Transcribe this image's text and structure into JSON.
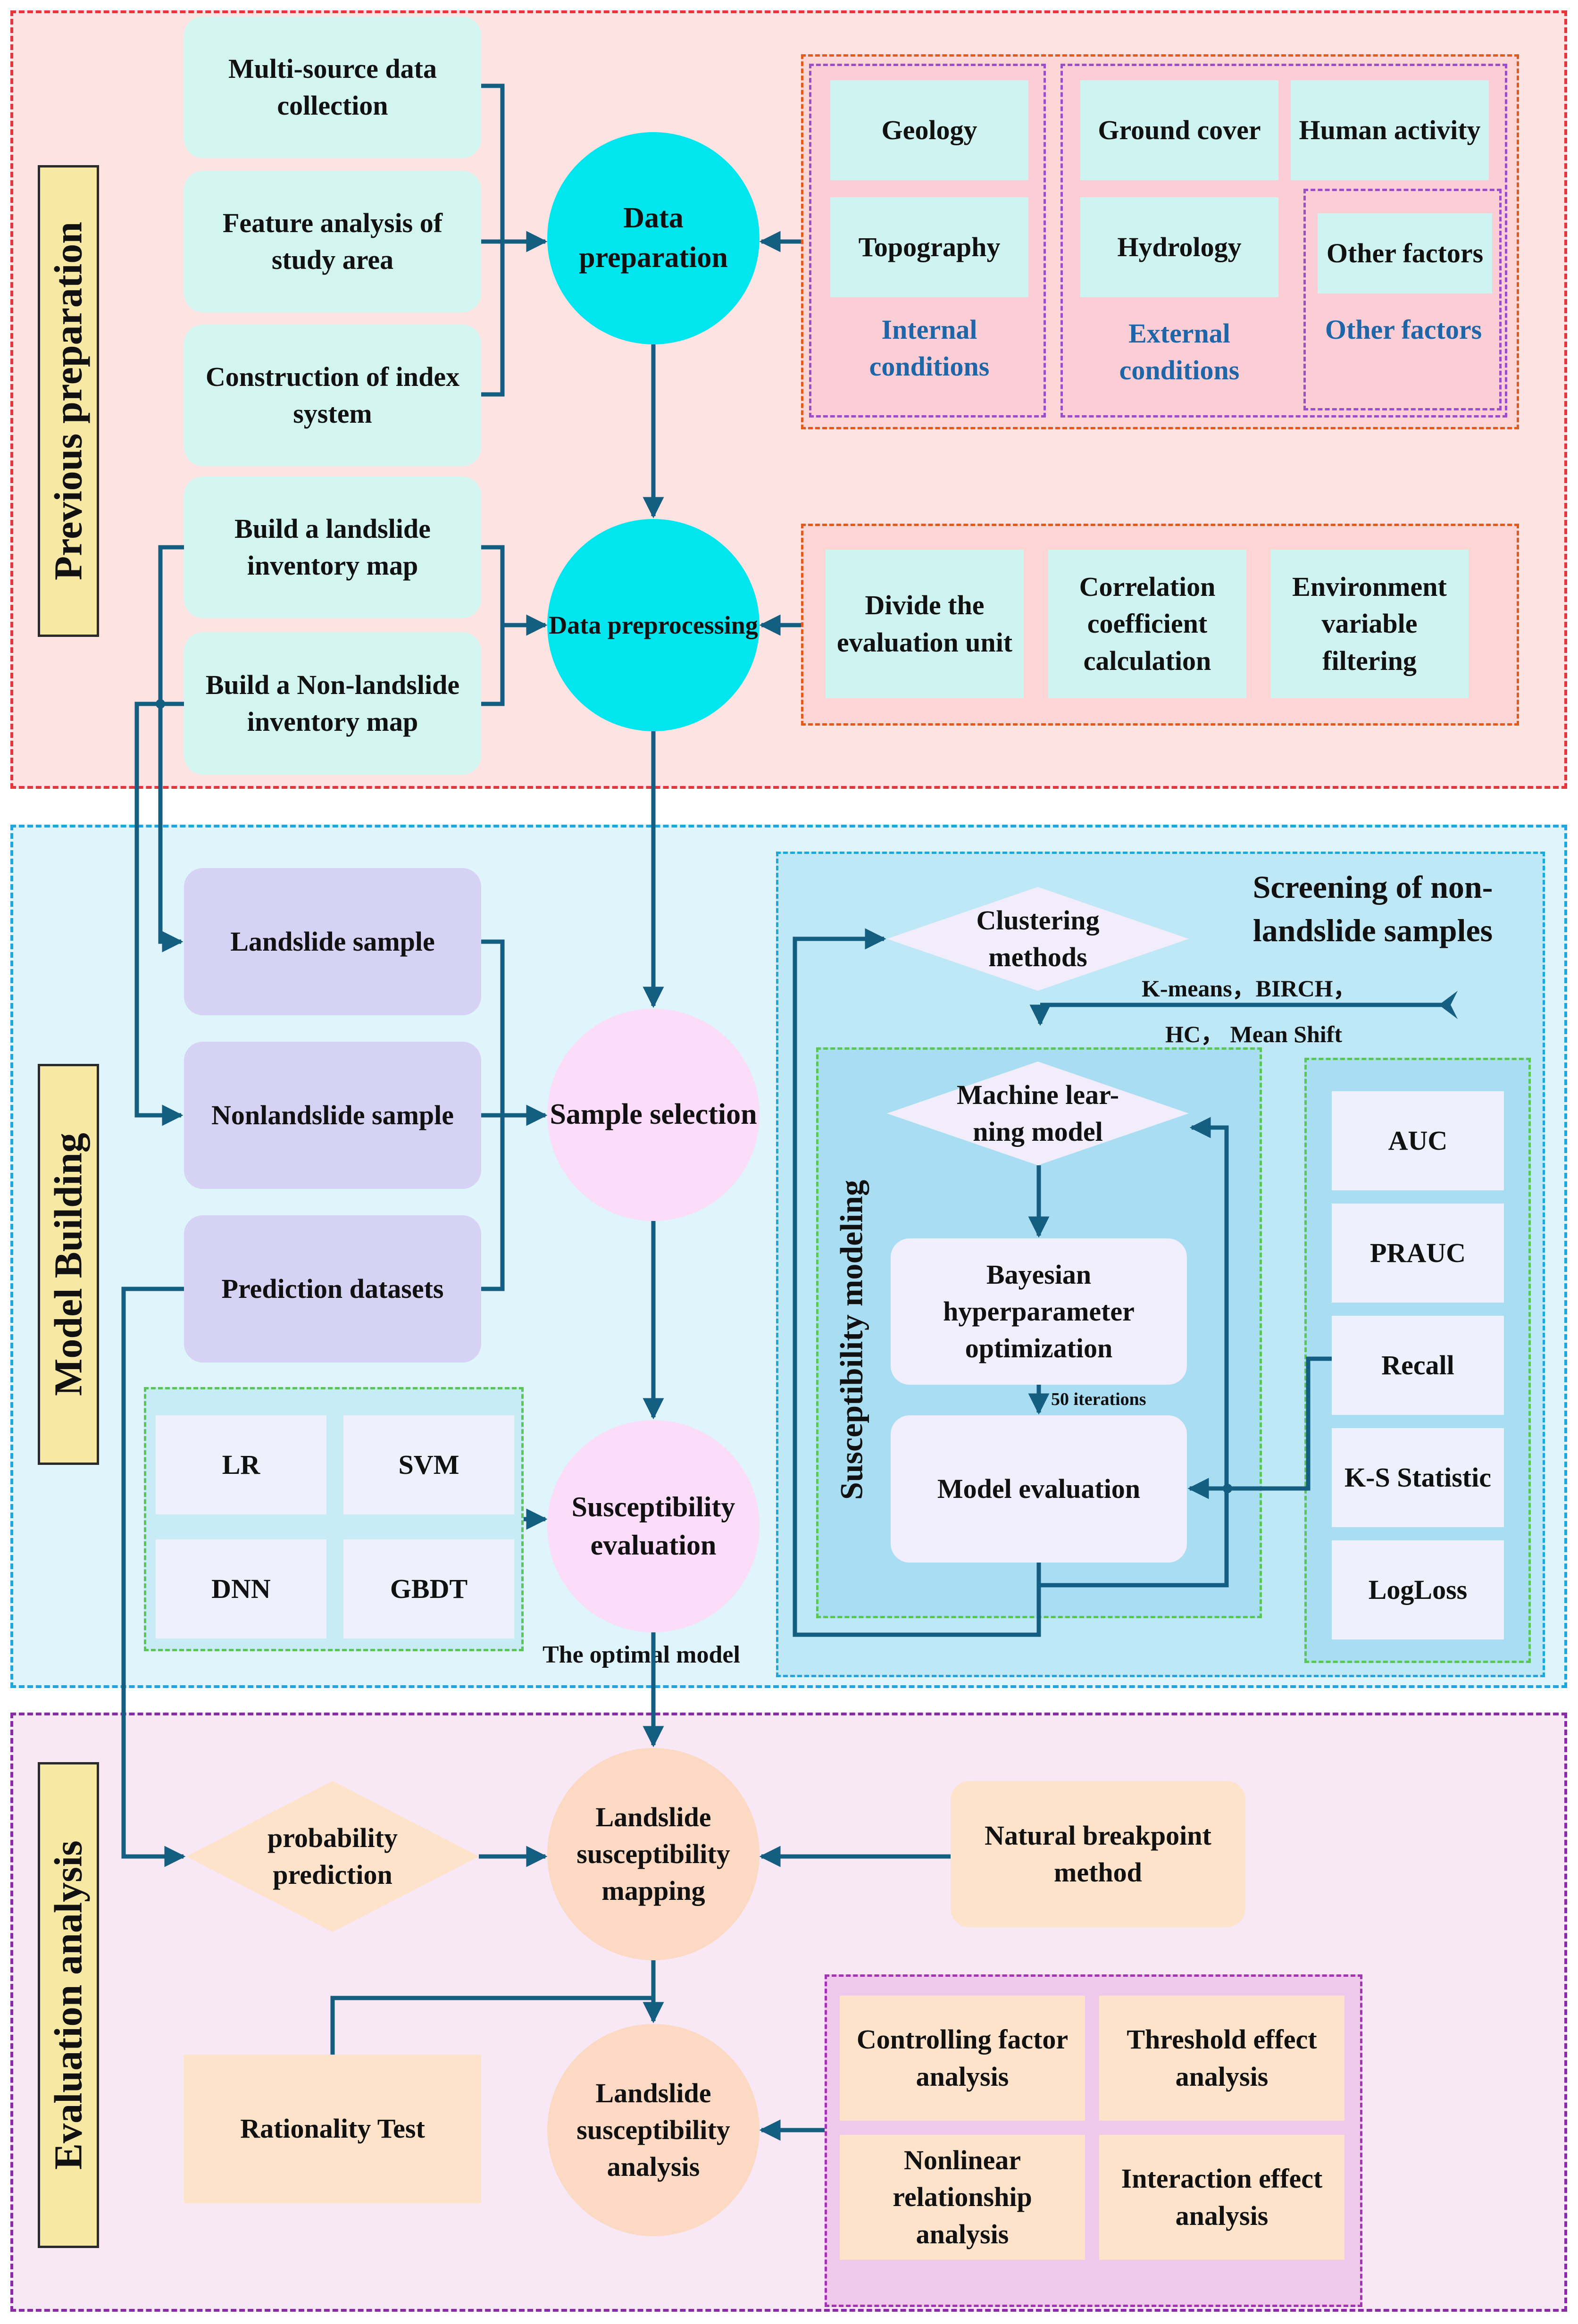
{
  "sections": {
    "previous_preparation": "Previous preparation",
    "model_building": "Model Building",
    "evaluation_analysis": "Evaluation analysis"
  },
  "prep": {
    "multi_source": "Multi-source data collection",
    "feature_analysis": "Feature analysis of study area",
    "index_system": "Construction of index system",
    "data_preparation": "Data preparation",
    "geology": "Geology",
    "topography": "Topography",
    "internal_conditions": "Internal conditions",
    "ground_cover": "Ground cover",
    "human_activity": "Human activity",
    "hydrology": "Hydrology",
    "external_conditions": "External conditions",
    "other_factors_box": "Other factors",
    "other_factors_label": "Other factors",
    "landslide_inventory": "Build a landslide inventory map",
    "non_landslide_inventory": "Build a Non-landslide inventory map",
    "data_preprocessing": "Data preprocessing",
    "divide_unit": "Divide the evaluation unit",
    "correlation": "Correlation coefficient calculation",
    "env_filtering": "Environment variable filtering"
  },
  "model": {
    "landslide_sample": "Landslide sample",
    "nonlandslide_sample": "Nonlandslide sample",
    "prediction_datasets": "Prediction datasets",
    "sample_selection": "Sample selection",
    "susceptibility_evaluation": "Susceptibility evaluation",
    "optimal_model": "The optimal model",
    "lr": "LR",
    "svm": "SVM",
    "dnn": "DNN",
    "gbdt": "GBDT",
    "screening_title": "Screening of non-landslide samples",
    "clustering_methods": "Clustering methods",
    "cluster_list_1": "K-means，BIRCH，",
    "cluster_list_2": "HC， Mean Shift",
    "susceptibility_modeling": "Susceptibility modeling",
    "ml_model": "Machine lear-ning model",
    "bayesian": "Bayesian hyperparameter optimization",
    "iterations": "50 iterations",
    "model_evaluation": "Model evaluation",
    "metrics": [
      "AUC",
      "PRAUC",
      "Recall",
      "K-S Statistic",
      "LogLoss"
    ]
  },
  "eval": {
    "probability_prediction": "probability prediction",
    "mapping": "Landslide susceptibility mapping",
    "natural_breakpoint": "Natural breakpoint method",
    "rationality_test": "Rationality Test",
    "analysis": "Landslide susceptibility analysis",
    "controlling": "Controlling factor analysis",
    "threshold": "Threshold effect analysis",
    "nonlinear": "Nonlinear relationship analysis",
    "interaction": "Interaction effect analysis"
  },
  "colors": {
    "arrow": "#145e82",
    "section1_border": "#e8343a",
    "section2_border": "#1fa6de",
    "section3_border": "#8a2aa8"
  }
}
